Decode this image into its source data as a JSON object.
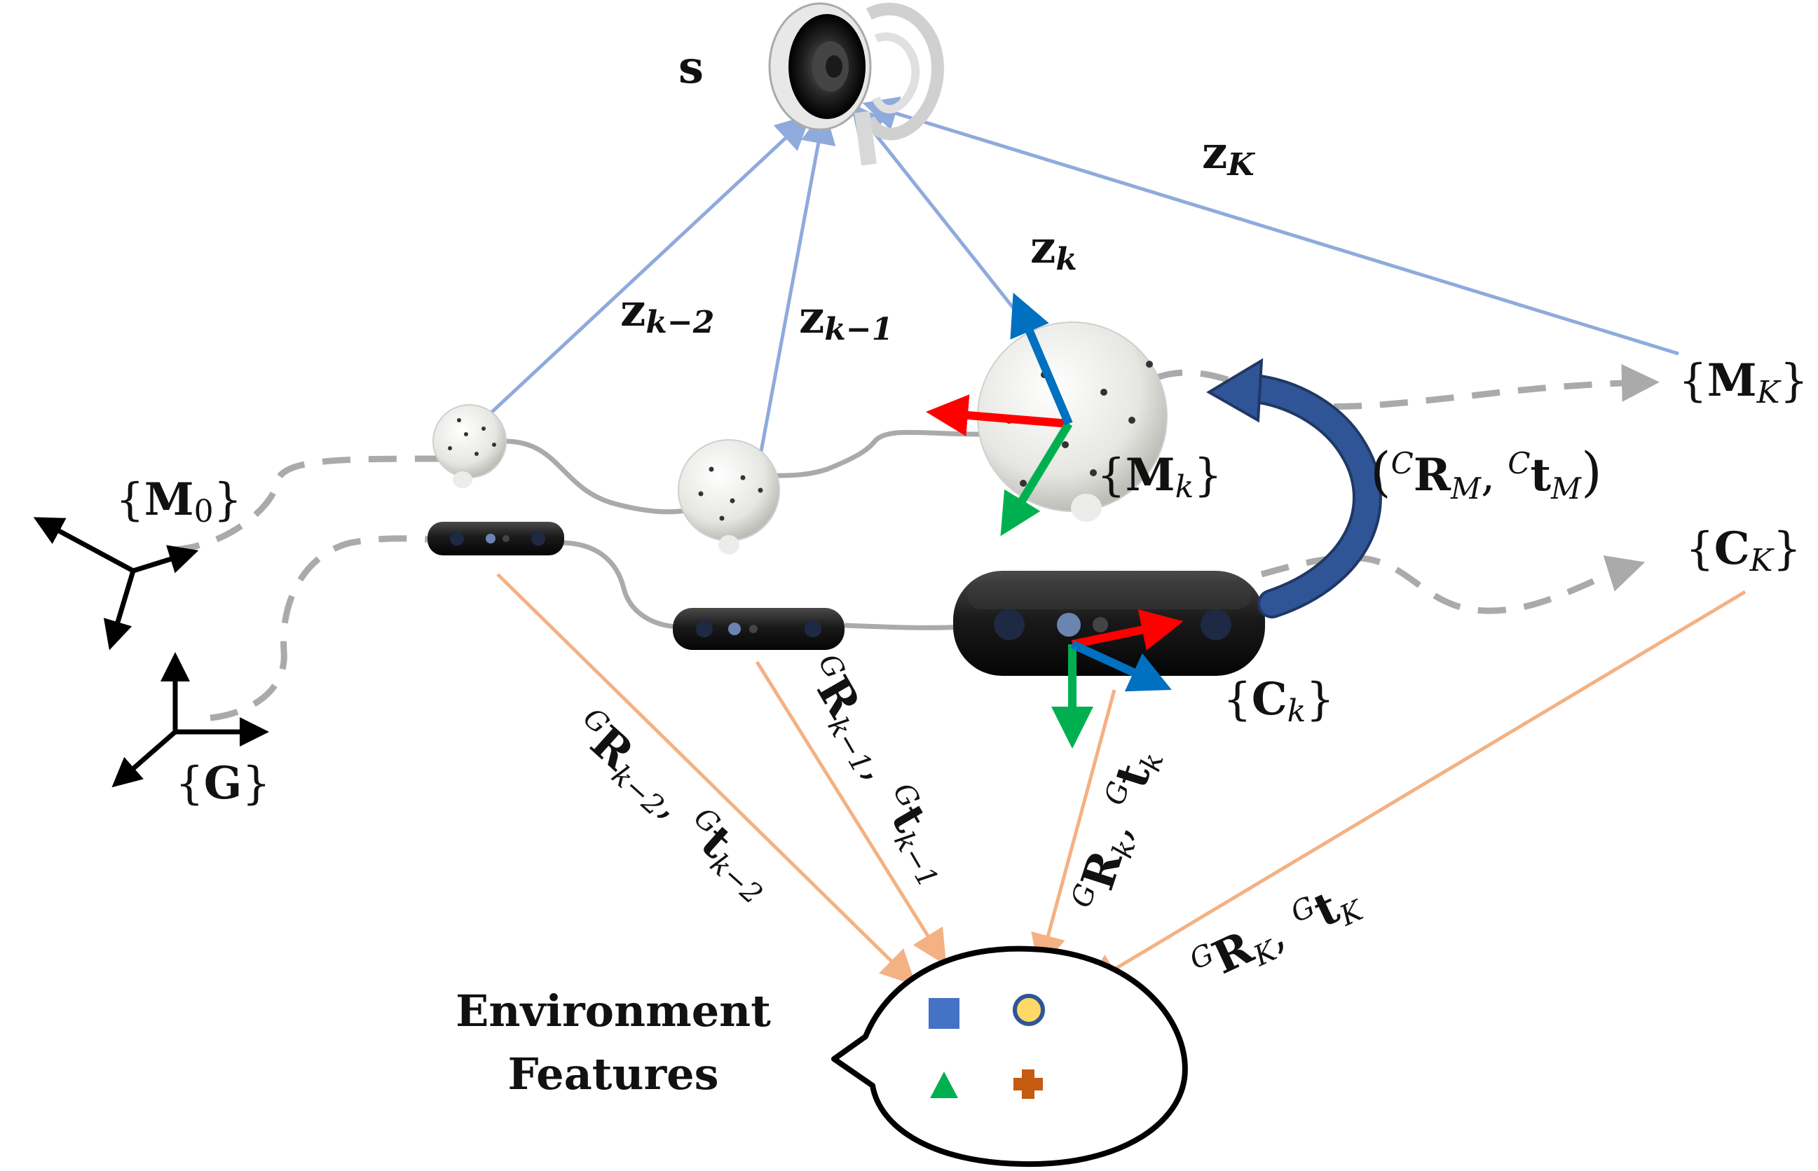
{
  "source": {
    "label": "s"
  },
  "measurements": [
    {
      "name": "z",
      "sub": "k−2"
    },
    {
      "name": "z",
      "sub": "k−1"
    },
    {
      "name": "z",
      "sub": "k"
    },
    {
      "name": "z",
      "sub": "K"
    }
  ],
  "frames": {
    "m0": {
      "open": "{",
      "name": "M",
      "sub": "0",
      "close": "}"
    },
    "mk": {
      "open": "{",
      "name": "M",
      "sub": "k",
      "close": "}"
    },
    "mK": {
      "open": "{",
      "name": "M",
      "sub": "K",
      "close": "}"
    },
    "ck": {
      "open": "{",
      "name": "C",
      "sub": "k",
      "close": "}"
    },
    "cK": {
      "open": "{",
      "name": "C",
      "sub": "K",
      "close": "}"
    },
    "g": {
      "open": "{",
      "name": "G",
      "close": "}"
    }
  },
  "extrinsic": {
    "open": "(",
    "sup1": "C",
    "R": "R",
    "subR": "M",
    "comma": ",",
    "sup2": "C",
    "t": "t",
    "subt": "M",
    "close": ")"
  },
  "poses": [
    {
      "supR": "G",
      "R": "R",
      "subR": "k−2",
      "comma": ",",
      "supt": "G",
      "t": "t",
      "subt": "k−2"
    },
    {
      "supR": "G",
      "R": "R",
      "subR": "k−1",
      "comma": ",",
      "supt": "G",
      "t": "t",
      "subt": "k−1"
    },
    {
      "supR": "G",
      "R": "R",
      "subR": "k",
      "comma": ",",
      "supt": "G",
      "t": "t",
      "subt": "k"
    },
    {
      "supR": "G",
      "R": "R",
      "subR": "K",
      "comma": ",",
      "supt": "G",
      "t": "t",
      "subt": "K"
    }
  ],
  "environment": {
    "line1": "Environment",
    "line2": "Features"
  },
  "colors": {
    "measurement_ray": "#8faadc",
    "pose_ray": "#f4b183",
    "trajectory": "#aaaaaa",
    "axis_x": "#ff0000",
    "axis_y": "#00b050",
    "axis_z": "#0070c0",
    "extrinsic_arrow": "#2f5597",
    "feature_square": "#4472c4",
    "feature_circle": "#ffd966",
    "feature_triangle": "#00b050",
    "feature_cross": "#c55a11"
  }
}
